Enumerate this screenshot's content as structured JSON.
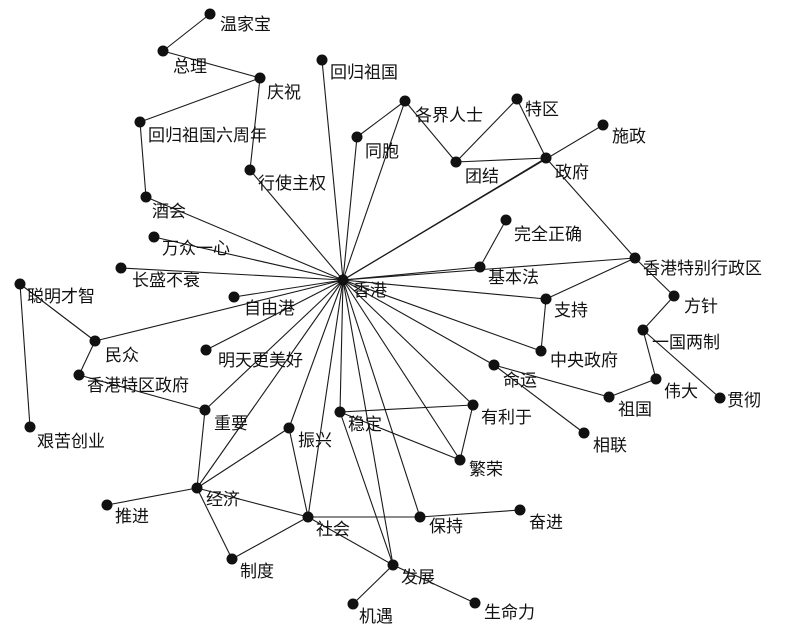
{
  "nodes": [
    {
      "id": "xianggang",
      "label": "香港"
    },
    {
      "id": "wenjiabao",
      "label": "温家宝"
    },
    {
      "id": "zongli",
      "label": "总理"
    },
    {
      "id": "qingzhu",
      "label": "庆祝"
    },
    {
      "id": "huiguizuguo",
      "label": "回归祖国"
    },
    {
      "id": "huigui6",
      "label": "回归祖国六周年"
    },
    {
      "id": "gejierenshi",
      "label": "各界人士"
    },
    {
      "id": "tequ",
      "label": "特区"
    },
    {
      "id": "shizheng",
      "label": "施政"
    },
    {
      "id": "tongbao",
      "label": "同胞"
    },
    {
      "id": "tuanjie",
      "label": "团结"
    },
    {
      "id": "zhengfu",
      "label": "政府"
    },
    {
      "id": "xingshizhuquan",
      "label": "行使主权"
    },
    {
      "id": "jiuhui",
      "label": "酒会"
    },
    {
      "id": "wanzhongyixin",
      "label": "万众一心"
    },
    {
      "id": "wanquanzhengque",
      "label": "完全正确"
    },
    {
      "id": "congmingcaizhi",
      "label": "聪明才智"
    },
    {
      "id": "changshengbushuai",
      "label": "长盛不衰"
    },
    {
      "id": "jibenfa",
      "label": "基本法"
    },
    {
      "id": "xgtbxzq",
      "label": "香港特别行政区"
    },
    {
      "id": "ziyougang",
      "label": "自由港"
    },
    {
      "id": "zhichi",
      "label": "支持"
    },
    {
      "id": "fangzhen",
      "label": "方针"
    },
    {
      "id": "minzhong",
      "label": "民众"
    },
    {
      "id": "yiguoliangzhi",
      "label": "一国两制"
    },
    {
      "id": "mingtian",
      "label": "明天更美好"
    },
    {
      "id": "zhongyangzhengfu",
      "label": "中央政府"
    },
    {
      "id": "xgtqzf",
      "label": "香港特区政府"
    },
    {
      "id": "mingyun",
      "label": "命运"
    },
    {
      "id": "weida",
      "label": "伟大"
    },
    {
      "id": "guanche",
      "label": "贯彻"
    },
    {
      "id": "zuguo",
      "label": "祖国"
    },
    {
      "id": "zhongyao",
      "label": "重要"
    },
    {
      "id": "youliyu",
      "label": "有利于"
    },
    {
      "id": "jiankuchuangye",
      "label": "艰苦创业"
    },
    {
      "id": "zhenxing",
      "label": "振兴"
    },
    {
      "id": "wending",
      "label": "稳定"
    },
    {
      "id": "xianglian",
      "label": "相联"
    },
    {
      "id": "fanrong",
      "label": "繁荣"
    },
    {
      "id": "jingji",
      "label": "经济"
    },
    {
      "id": "tuijin",
      "label": "推进"
    },
    {
      "id": "shehui",
      "label": "社会"
    },
    {
      "id": "baochi",
      "label": "保持"
    },
    {
      "id": "fenjin",
      "label": "奋进"
    },
    {
      "id": "zhidu",
      "label": "制度"
    },
    {
      "id": "fazhan",
      "label": "发展"
    },
    {
      "id": "jiyu",
      "label": "机遇"
    },
    {
      "id": "shengmingli",
      "label": "生命力"
    }
  ],
  "edges": [
    [
      "wenjiabao",
      "zongli"
    ],
    [
      "zongli",
      "qingzhu"
    ],
    [
      "qingzhu",
      "huigui6"
    ],
    [
      "qingzhu",
      "xingshizhuquan"
    ],
    [
      "huigui6",
      "jiuhui"
    ],
    [
      "jiuhui",
      "xianggang"
    ],
    [
      "huiguizuguo",
      "xianggang"
    ],
    [
      "gejierenshi",
      "tongbao"
    ],
    [
      "gejierenshi",
      "tuanjie"
    ],
    [
      "gejierenshi",
      "xianggang"
    ],
    [
      "tequ",
      "tuanjie"
    ],
    [
      "tequ",
      "zhengfu"
    ],
    [
      "tuanjie",
      "zhengfu"
    ],
    [
      "tongbao",
      "xianggang"
    ],
    [
      "shizheng",
      "xianggang"
    ],
    [
      "zhengfu",
      "xianggang"
    ],
    [
      "zhengfu",
      "xgtbxzq"
    ],
    [
      "xingshizhuquan",
      "xianggang"
    ],
    [
      "wanzhongyixin",
      "xianggang"
    ],
    [
      "changshengbushuai",
      "xianggang"
    ],
    [
      "ziyougang",
      "xianggang"
    ],
    [
      "minzhong",
      "xianggang"
    ],
    [
      "wanquanzhengque",
      "jibenfa"
    ],
    [
      "jibenfa",
      "xianggang"
    ],
    [
      "xgtbxzq",
      "xianggang"
    ],
    [
      "xgtbxzq",
      "zhichi"
    ],
    [
      "xgtbxzq",
      "fangzhen"
    ],
    [
      "fangzhen",
      "yiguoliangzhi"
    ],
    [
      "yiguoliangzhi",
      "weida"
    ],
    [
      "yiguoliangzhi",
      "guanche"
    ],
    [
      "weida",
      "zuguo"
    ],
    [
      "zuguo",
      "mingyun"
    ],
    [
      "mingyun",
      "xianglian"
    ],
    [
      "mingyun",
      "xianggang"
    ],
    [
      "zhichi",
      "xianggang"
    ],
    [
      "zhichi",
      "zhongyangzhengfu"
    ],
    [
      "zhongyangzhengfu",
      "xianggang"
    ],
    [
      "congmingcaizhi",
      "minzhong"
    ],
    [
      "congmingcaizhi",
      "jiankuchuangye"
    ],
    [
      "minzhong",
      "xgtqzf"
    ],
    [
      "xgtqzf",
      "zhongyao"
    ],
    [
      "mingtian",
      "xianggang"
    ],
    [
      "zhongyao",
      "xianggang"
    ],
    [
      "zhongyao",
      "jingji"
    ],
    [
      "jingji",
      "tuijin"
    ],
    [
      "jingji",
      "zhenxing"
    ],
    [
      "jingji",
      "shehui"
    ],
    [
      "jingji",
      "zhidu"
    ],
    [
      "jingji",
      "xianggang"
    ],
    [
      "zhenxing",
      "xianggang"
    ],
    [
      "zhenxing",
      "shehui"
    ],
    [
      "wending",
      "xianggang"
    ],
    [
      "wending",
      "youliyu"
    ],
    [
      "wending",
      "fanrong"
    ],
    [
      "wending",
      "fazhan"
    ],
    [
      "youliyu",
      "fanrong"
    ],
    [
      "youliyu",
      "xianggang"
    ],
    [
      "fanrong",
      "xianggang"
    ],
    [
      "shehui",
      "xianggang"
    ],
    [
      "shehui",
      "zhidu"
    ],
    [
      "shehui",
      "baochi"
    ],
    [
      "shehui",
      "fazhan"
    ],
    [
      "baochi",
      "fenjin"
    ],
    [
      "baochi",
      "xianggang"
    ],
    [
      "fazhan",
      "xianggang"
    ],
    [
      "fazhan",
      "jiyu"
    ],
    [
      "fazhan",
      "shengmingli"
    ]
  ]
}
